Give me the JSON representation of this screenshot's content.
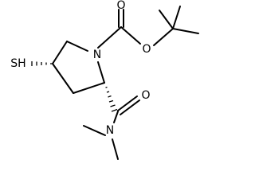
{
  "molecule": {
    "atoms": {
      "thiol": "SH",
      "ring_nitrogen": "N",
      "carbonyl_oxygen_boc": "O",
      "ester_oxygen": "O",
      "amide_oxygen": "O",
      "amide_nitrogen": "N"
    },
    "colors": {
      "bond": "#000000",
      "label": "#000000",
      "background": "#ffffff"
    }
  }
}
